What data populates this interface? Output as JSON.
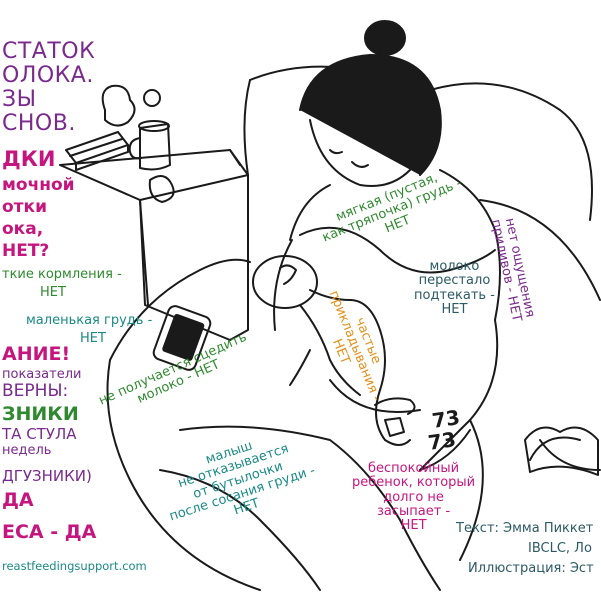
{
  "colors": {
    "purple": "#7a2a8c",
    "magenta": "#c4167e",
    "green": "#2f8a2f",
    "teal": "#1a8a86",
    "orange": "#e3901a",
    "dark": "#2c5a66",
    "ink": "#1a1a1a"
  },
  "left_column": {
    "title": [
      "СТАТОК",
      "ОЛОКА.",
      "ЗЫ",
      "СНОВ."
    ],
    "question": [
      "ДКИ",
      "мочной",
      "отки",
      "ока,",
      "НЕТ?"
    ],
    "short_feeds": "ткие кормления -",
    "short_feeds_answer": "НЕТ",
    "small_breast": "маленькая грудь -",
    "small_breast_answer": "НЕТ",
    "attention": "АНИЕ!",
    "indicators": "показатели",
    "correct": "ВЕРНЫ:",
    "diapers": "ЗНИКИ",
    "stool": "ТА СТУЛА",
    "weeks": "недель",
    "diapers_paren": "ДГУЗНИКИ)",
    "yes1": "ДА",
    "weight_yes": "ЕСА - ДА",
    "website": "reastfeedingsupport.com"
  },
  "annotations": {
    "soft_breast": [
      "мягкая (пустая,",
      "как тряпочка) грудь -",
      "НЕТ"
    ],
    "no_letdown": [
      "нет ощущения",
      "приливов - НЕТ"
    ],
    "no_leak": [
      "молоко",
      "перестало",
      "подтекать -",
      "НЕТ"
    ],
    "frequent_latch": [
      "частые",
      "прикладывания -",
      "НЕТ"
    ],
    "cant_pump": [
      "не получается сцедить",
      "молоко - НЕТ"
    ],
    "takes_bottle": [
      "малыш",
      "не отказывается",
      "от бутылочки",
      "после сосания груди -",
      "НЕТ"
    ],
    "restless_baby": [
      "беспокойный",
      "ребенок, который",
      "долго не",
      "засыпает -",
      "НЕТ"
    ]
  },
  "credits": {
    "text_line1": "Текст: Эмма Пиккет",
    "text_line2": "IBCLC, Ло",
    "illustration": "Иллюстрация: Эст"
  },
  "shorts_numbers": [
    "73",
    "73"
  ]
}
